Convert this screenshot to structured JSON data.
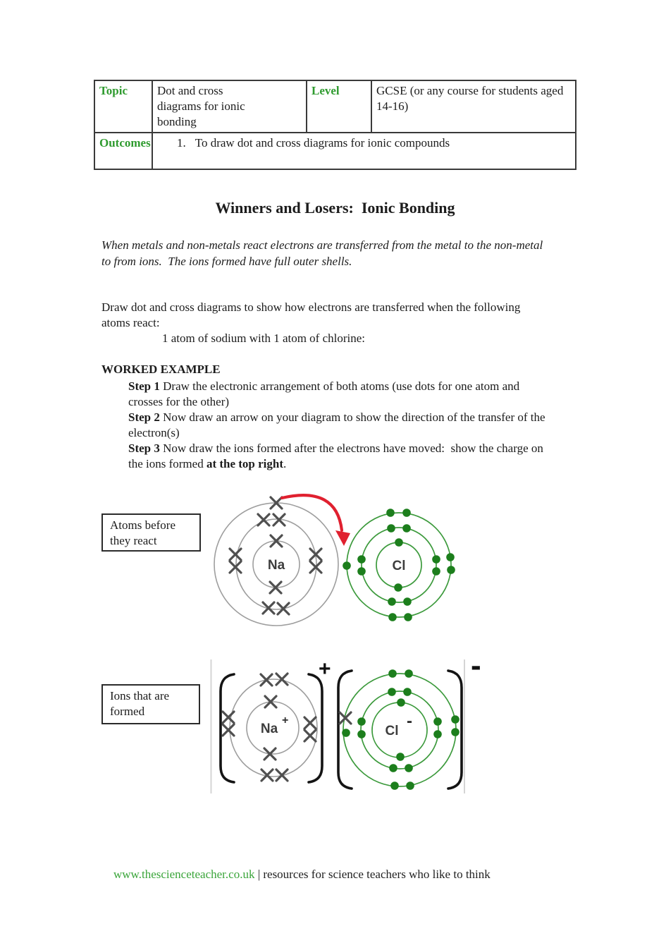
{
  "info_table": {
    "topic_label": "Topic",
    "topic_value": "Dot and cross diagrams for ionic bonding",
    "level_label": "Level",
    "level_value": "GCSE (or any course for students aged 14-16)",
    "outcomes_label": "Outcomes",
    "outcome_number": "1.",
    "outcome_text": "To draw dot and cross diagrams for ionic compounds"
  },
  "title": "Winners and Losers:  Ionic Bonding",
  "intro": "When metals and non-metals react electrons are transferred from the metal to the non-metal to from ions.  The ions formed have full outer shells.",
  "task": {
    "instruction": "Draw dot and cross diagrams to show how electrons are transferred when the following atoms react:",
    "reaction_line": "1 atom of sodium with 1 atom of chlorine:"
  },
  "worked_example": {
    "heading": "WORKED EXAMPLE",
    "steps": [
      {
        "label": "Step 1",
        "text": " Draw the electronic arrangement of both atoms (use dots for one atom and crosses for the other)",
        "bold_suffix": "",
        "after": ""
      },
      {
        "label": "Step 2",
        "text": " Now draw an arrow on your diagram to show the direction of the transfer of the electron(s)",
        "bold_suffix": "",
        "after": ""
      },
      {
        "label": "Step 3",
        "text": " Now draw the ions formed after the electrons have moved:  show the charge on the ions formed ",
        "bold_suffix": "at the top right",
        "after": "."
      }
    ]
  },
  "diagrams": {
    "before": {
      "caption": "Atoms before they react",
      "sodium": {
        "symbol": "Na",
        "shells": [
          2,
          8,
          1
        ],
        "electron_marker": "cross"
      },
      "chlorine": {
        "symbol": "Cl",
        "shells": [
          2,
          8,
          7
        ],
        "electron_marker": "dot"
      }
    },
    "after": {
      "caption": "Ions that are formed",
      "sodium_ion": {
        "symbol": "Na",
        "charge": "+",
        "shells": [
          2,
          8
        ],
        "electron_marker": "cross"
      },
      "chloride_ion": {
        "symbol": "Cl",
        "charge": "-",
        "shells": [
          2,
          8,
          8
        ],
        "electron_marker": "dot",
        "transferred_electron_marker": "cross"
      }
    }
  },
  "footer": {
    "link": "www.thescienceteacher.co.uk",
    "rest": " | resources for science teachers who like to think"
  },
  "colors": {
    "label_green": "#2f9b2f",
    "link_green": "#3aa53a",
    "shell_green": "#3c9a3c",
    "electron_green": "#1c7e1c",
    "shell_gray": "#9e9e9e",
    "cross_gray": "#4f4f4f",
    "arrow_red": "#e0202f",
    "text_black": "#1c1c1c"
  }
}
